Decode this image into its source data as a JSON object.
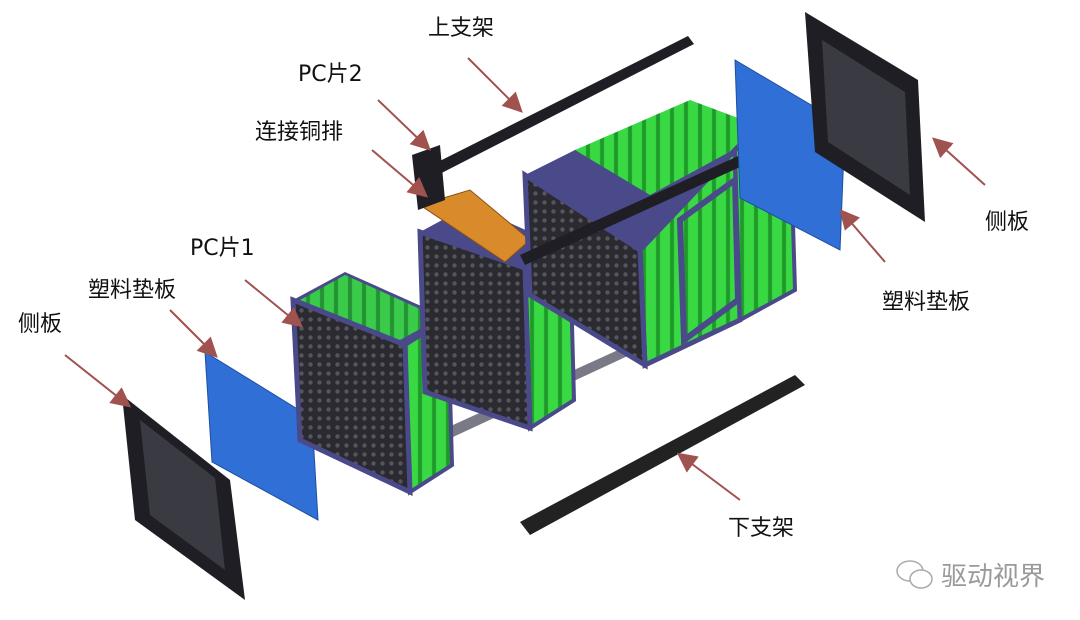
{
  "labels": {
    "upper_bracket": "上支架",
    "pc_sheet_2": "PC片2",
    "copper_busbar": "连接铜排",
    "pc_sheet_1": "PC片1",
    "plastic_pad_left": "塑料垫板",
    "side_plate_left": "侧板",
    "side_plate_right": "侧板",
    "plastic_pad_right": "塑料垫板",
    "lower_bracket": "下支架"
  },
  "watermark": {
    "text": "驱动视界",
    "icon": "wechat-icon"
  },
  "colors": {
    "cell_green": "#2fcf3a",
    "pad_blue": "#2f6fd6",
    "frame_dark": "#1e1e24",
    "arrow": "#a0524f",
    "module_frame": "#4a4a8a"
  }
}
